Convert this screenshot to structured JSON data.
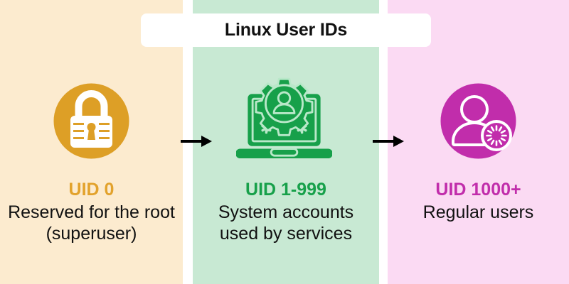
{
  "title": "Linux User IDs",
  "colors": {
    "background": "#ffffff",
    "column_root": "#fcebcf",
    "column_system": "#c8e9d3",
    "column_regular": "#fbdaf3",
    "accent_root": "#dd9f26",
    "accent_system": "#17a04a",
    "accent_regular": "#c12dab",
    "heading_root": "#e2a22c",
    "heading_system": "#17a04a",
    "heading_regular": "#c12dab",
    "body_text": "#111111",
    "arrow": "#000000"
  },
  "columns": [
    {
      "id": "root",
      "icon": "padlock-icon",
      "heading": "UID 0",
      "description": "Reserved for the root (superuser)"
    },
    {
      "id": "system",
      "icon": "laptop-gear-user-icon",
      "heading": "UID 1-999",
      "description": "System accounts used by services"
    },
    {
      "id": "regular",
      "icon": "user-settings-icon",
      "heading": "UID 1000+",
      "description": "Regular users"
    }
  ],
  "arrows": [
    {
      "id": "arrow-root-to-system",
      "direction": "right"
    },
    {
      "id": "arrow-system-to-regular",
      "direction": "right"
    }
  ]
}
